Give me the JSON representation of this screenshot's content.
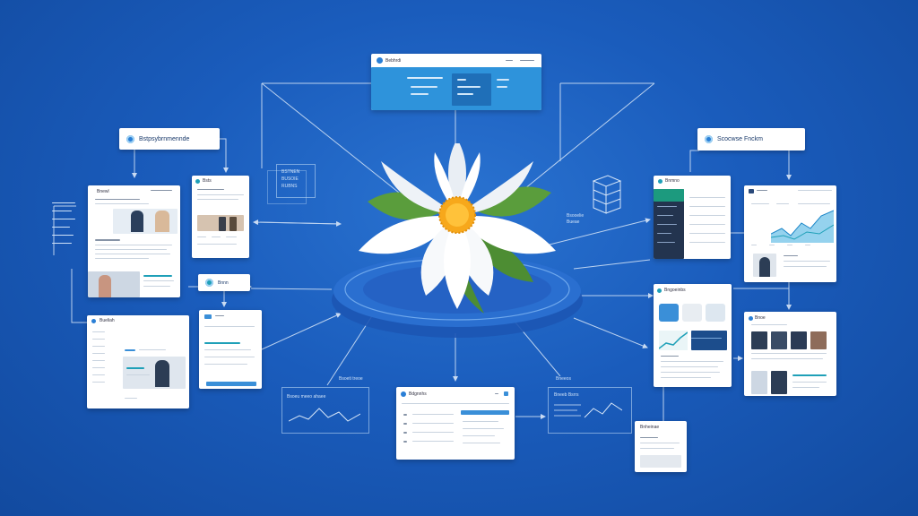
{
  "colors": {
    "background": "#1a5cbc",
    "card": "#ffffff",
    "accent_blue": "#3a8fd8",
    "accent_teal": "#1fa0b8",
    "petal": "#ffffff",
    "flower_center": "#f7a81b",
    "leaf": "#5a9d3c",
    "platform": "#2a6fd0"
  },
  "icons": {
    "flower": "flower-icon",
    "logo": "logo-icon",
    "server_stack": "server-stack-icon",
    "document_window": "document-window-icon"
  },
  "labels": {
    "top_card_title": "Bebhrdi",
    "left_label": "Bstpsybrnmennde",
    "right_label": "Scocwse Fnckm",
    "left_card_title": "Bnewl",
    "mid_left_small": "Bsts",
    "mid_left_stub": "Bnnn",
    "left_lower_title": "Bueliah",
    "right_upper_title": "Bnmno",
    "right_mid_title": "Bngoeinbs",
    "right_lower_title": "Bnoe",
    "bottom_center_title": "Bdgnnhs",
    "bottom_right_title": "Bnheinae",
    "bottom_left_chart_title": "Bsoeu meeo ahaee",
    "bottom_left_caption": "Bsoeti treoe",
    "bottom_right_chart_title": "Bneeb Bsrrs",
    "bottom_right_caption": "Bneeos",
    "left_ghost_icon_text": "BSTNEN\nBUSOIE\nRUBNS",
    "right_ghost_text": "Bsooelie\nBueae"
  }
}
